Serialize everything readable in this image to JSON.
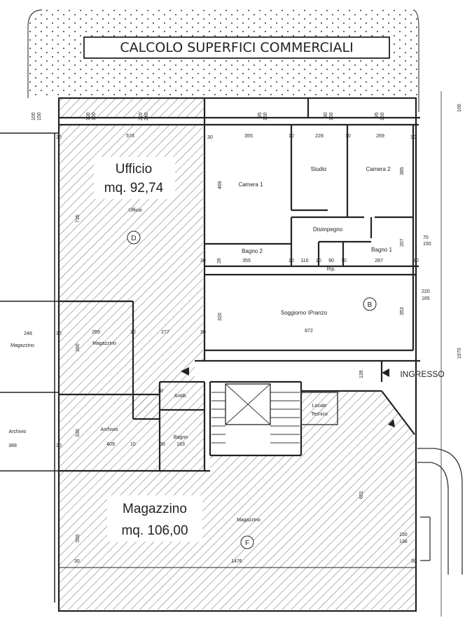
{
  "title": "CALCOLO SUPERFICI COMMERCIALI",
  "zones": {
    "ufficio": {
      "label": "Ufficio",
      "area": "mq. 92,74",
      "room_label": "Ufficio",
      "marker": "D"
    },
    "residenza": {
      "marker": "B"
    },
    "magazzino": {
      "label": "Magazzino",
      "area": "mq. 106,00",
      "room_label": "Magazzino",
      "marker": "F"
    }
  },
  "rooms": {
    "camera1": "Camera 1",
    "studio": "Studio",
    "camera2": "Camera 2",
    "disimpegno": "Disimpegno",
    "bagno1": "Bagno 1",
    "bagno2": "Bagno 2",
    "rip": "Rip.",
    "soggiorno": "Soggiorno \\Pranzo",
    "magazzino_small": "Magazzino",
    "magazzino_left": "Magazzino",
    "archivio_left": "Archivio",
    "archivio_mid": "Archivio",
    "antib": "AntiB.",
    "bagno": "Bagno",
    "locale_tecnico_1": "Locale",
    "locale_tecnico_2": "Tecnico"
  },
  "ingresso": "INGRESSO",
  "dimensions": {
    "d100a": "100",
    "d150a": "150",
    "d100b": "100",
    "d150b": "150",
    "d220a": "220",
    "d240": "240",
    "d95a": "95",
    "d150c": "150",
    "d80": "80",
    "d150d": "150",
    "d95b": "95",
    "d150e": "150",
    "d100right": "100",
    "d576": "576",
    "d355top": "355",
    "d228": "228",
    "d269top": "269",
    "d385": "385",
    "d469": "469",
    "d735": "735",
    "d207": "207",
    "d70": "70",
    "d150f": "150",
    "d26": "26",
    "d355mid": "355",
    "d110": "110",
    "d90": "90",
    "d287": "287",
    "d220b": "220",
    "d165": "165",
    "d320": "320",
    "d353": "353",
    "d872": "872",
    "d248": "248",
    "d269mid": "269",
    "d277": "277",
    "d390": "390",
    "d1970": "1970",
    "d139": "139",
    "d388": "388",
    "d330": "330",
    "d409": "409",
    "d183": "183",
    "d601": "601",
    "d555": "555",
    "d150g": "150",
    "d138": "138",
    "d1476": "1476",
    "d30a": "30",
    "d30b": "30",
    "d30c": "30",
    "d30d": "30",
    "d30e": "30",
    "d30f": "30",
    "d30g": "30",
    "d30h": "30",
    "d30i": "30",
    "d30j": "30",
    "d30k": "30",
    "d10a": "10",
    "d10b": "10",
    "d10c": "10",
    "d10d": "10",
    "d10e": "10",
    "d10f": "10",
    "d10g": "10",
    "d10h": "10"
  }
}
